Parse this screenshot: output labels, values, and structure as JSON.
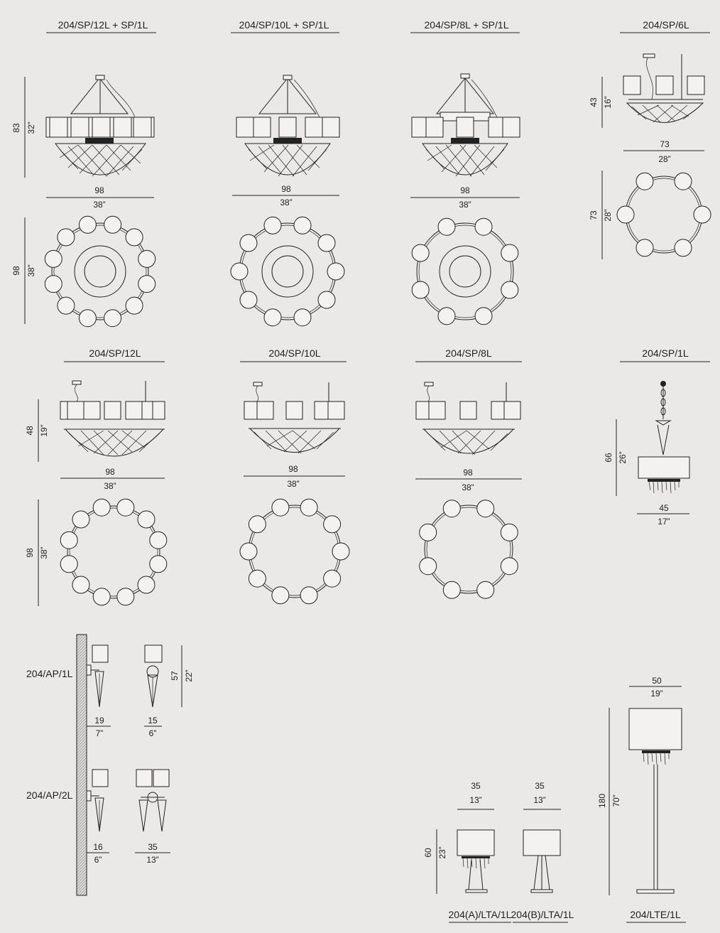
{
  "chandeliers_top": [
    {
      "code": "204/SP/12L + SP/1L",
      "h_cm": "83",
      "h_in": "32”",
      "w_cm": "98",
      "w_in": "38”",
      "d_cm": "98",
      "d_in": "38”",
      "shades": 12
    },
    {
      "code": "204/SP/10L + SP/1L",
      "w_cm": "98",
      "w_in": "38”",
      "shades": 10
    },
    {
      "code": "204/SP/8L + SP/1L",
      "w_cm": "98",
      "w_in": "38”",
      "shades": 8
    },
    {
      "code": "204/SP/6L",
      "h_cm": "43",
      "h_in": "16”",
      "w_cm": "73",
      "w_in": "28”",
      "d_cm": "73",
      "d_in": "28”",
      "shades": 6
    }
  ],
  "chandeliers_mid": [
    {
      "code": "204/SP/12L",
      "h_cm": "48",
      "h_in": "19”",
      "w_cm": "98",
      "w_in": "38”",
      "d_cm": "98",
      "d_in": "38”",
      "shades": 12
    },
    {
      "code": "204/SP/10L",
      "w_cm": "98",
      "w_in": "38”",
      "shades": 10
    },
    {
      "code": "204/SP/8L",
      "w_cm": "98",
      "w_in": "38”",
      "shades": 8
    },
    {
      "code": "204/SP/1L",
      "h_cm": "66",
      "h_in": "26”",
      "w_cm": "45",
      "w_in": "17”"
    }
  ],
  "wall_lamps": [
    {
      "code": "204/AP/1L",
      "depth_cm": "19",
      "depth_in": "7”",
      "width_cm": "15",
      "width_in": "6”",
      "h_cm": "57",
      "h_in": "22”"
    },
    {
      "code": "204/AP/2L",
      "depth_cm": "16",
      "depth_in": "6”",
      "width_cm": "35",
      "width_in": "13”"
    }
  ],
  "table_lamps": {
    "h_cm": "60",
    "h_in": "23”",
    "items": [
      {
        "code": "204(A)/LTA/1L",
        "w_cm": "35",
        "w_in": "13”"
      },
      {
        "code": "204(B)/LTA/1L",
        "w_cm": "35",
        "w_in": "13”"
      }
    ]
  },
  "floor_lamp": {
    "code": "204/LTE/1L",
    "w_cm": "50",
    "w_in": "19”",
    "h_cm": "180",
    "h_in": "70”"
  }
}
